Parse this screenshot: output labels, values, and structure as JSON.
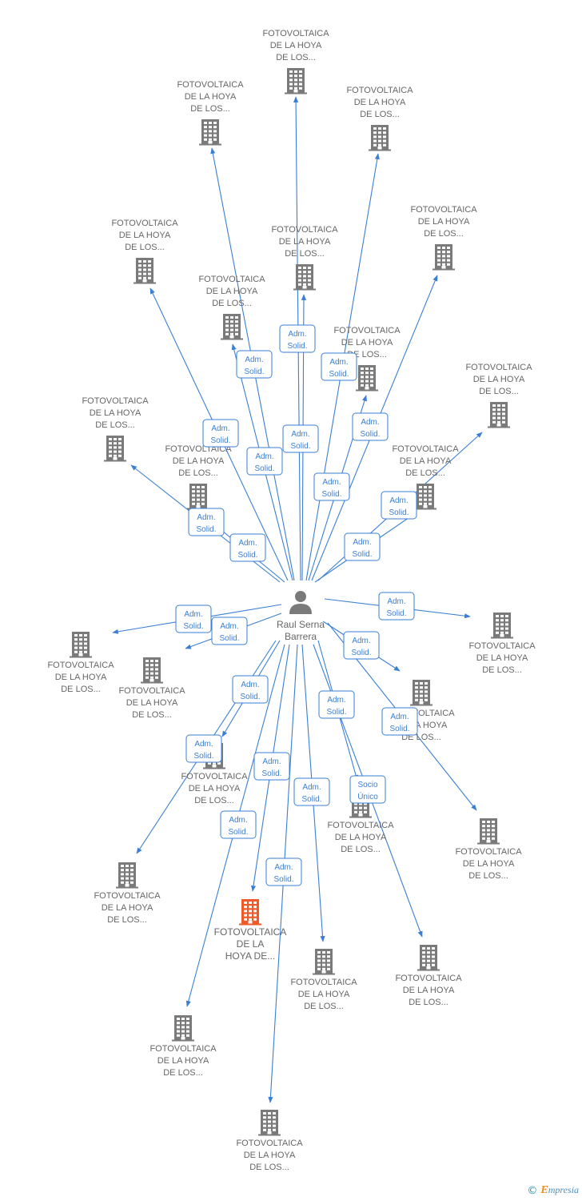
{
  "colors": {
    "edge": "#3a7fd5",
    "building": "#7a7a7a",
    "highlight": "#f05a28",
    "person": "#7a7a7a",
    "text": "#666666"
  },
  "person": {
    "name_lines": [
      "Raul Serna",
      "Barrera"
    ],
    "icon": "person-icon"
  },
  "companies": [
    {
      "id": "c1",
      "lines": [
        "FOTOVOLTAICA",
        "DE LA HOYA",
        "DE LOS..."
      ]
    },
    {
      "id": "c2",
      "lines": [
        "FOTOVOLTAICA",
        "DE LA HOYA",
        "DE LOS..."
      ]
    },
    {
      "id": "c3",
      "lines": [
        "FOTOVOLTAICA",
        "DE LA HOYA",
        "DE LOS..."
      ]
    },
    {
      "id": "c4",
      "lines": [
        "FOTOVOLTAICA",
        "DE LA HOYA",
        "DE LOS..."
      ]
    },
    {
      "id": "c5",
      "lines": [
        "FOTOVOLTAICA",
        "DE LA HOYA",
        "DE LOS..."
      ]
    },
    {
      "id": "c6",
      "lines": [
        "FOTOVOLTAICA",
        "DE LA HOYA",
        "DE LOS..."
      ]
    },
    {
      "id": "c7",
      "lines": [
        "FOTOVOLTAICA",
        "DE LA HOYA",
        "DE LOS..."
      ]
    },
    {
      "id": "c8",
      "lines": [
        "FOTOVOLTAICA",
        "DE LA HOYA",
        "DE LOS..."
      ]
    },
    {
      "id": "c9",
      "lines": [
        "FOTOVOLTAICA",
        "DE LA HOYA",
        "DE LOS..."
      ]
    },
    {
      "id": "c10",
      "lines": [
        "FOTOVOLTAICA",
        "DE LA HOYA",
        "DE LOS..."
      ]
    },
    {
      "id": "c11",
      "lines": [
        "FOTOVOLTAICA",
        "DE LA HOYA",
        "DE LOS..."
      ]
    },
    {
      "id": "c12",
      "lines": [
        "FOTOVOLTAICA",
        "DE LA HOYA",
        "DE LOS..."
      ]
    },
    {
      "id": "c13",
      "lines": [
        "FOTOVOLTAICA",
        "DE LA HOYA",
        "DE LOS..."
      ]
    },
    {
      "id": "c14",
      "lines": [
        "FOTOVOLTAICA",
        "DE LA HOYA",
        "DE LOS..."
      ]
    },
    {
      "id": "c15",
      "lines": [
        "FOTOVOLTAICA",
        "DE LA HOYA",
        "DE LOS..."
      ]
    },
    {
      "id": "c16",
      "lines": [
        "FOTOVOLTAICA",
        "DE LA HOYA",
        "DE LOS..."
      ]
    },
    {
      "id": "c17",
      "lines": [
        "FOTOVOLTAICA",
        "DE LA HOYA",
        "DE LOS..."
      ]
    },
    {
      "id": "c18",
      "lines": [
        "FOTOVOLTAICA",
        "DE LA HOYA",
        "DE LOS..."
      ]
    },
    {
      "id": "c19",
      "lines": [
        "FOTOVOLTAICA",
        "DE LA HOYA",
        "DE LOS..."
      ]
    },
    {
      "id": "c20",
      "lines": [
        "FOTOVOLTAICA",
        "DE LA HOYA",
        "DE LOS..."
      ],
      "highlight": false
    },
    {
      "id": "c21",
      "lines": [
        "FOTOVOLTAICA",
        "DE LA",
        "HOYA DE..."
      ],
      "highlight": true
    },
    {
      "id": "c22",
      "lines": [
        "FOTOVOLTAICA",
        "DE LA HOYA",
        "DE LOS..."
      ]
    },
    {
      "id": "c23",
      "lines": [
        "FOTOVOLTAICA",
        "DE LA HOYA",
        "DE LOS..."
      ]
    },
    {
      "id": "c24",
      "lines": [
        "FOTOVOLTAICA",
        "DE LA HOYA",
        "DE LOS..."
      ]
    },
    {
      "id": "c25",
      "lines": [
        "FOTOVOLTAICA",
        "DE LA HOYA",
        "DE LOS..."
      ]
    }
  ],
  "edges": [
    {
      "to": "c1",
      "label": [
        "Adm.",
        "Solid."
      ]
    },
    {
      "to": "c2",
      "label": [
        "Adm.",
        "Solid."
      ]
    },
    {
      "to": "c3",
      "label": [
        "Adm.",
        "Solid."
      ]
    },
    {
      "to": "c4",
      "label": [
        "Adm.",
        "Solid."
      ]
    },
    {
      "to": "c5",
      "label": [
        "Adm.",
        "Solid."
      ]
    },
    {
      "to": "c6",
      "label": [
        "Adm.",
        "Solid."
      ]
    },
    {
      "to": "c7",
      "label": [
        "Adm.",
        "Solid."
      ]
    },
    {
      "to": "c8",
      "label": [
        "Adm.",
        "Solid."
      ]
    },
    {
      "to": "c9",
      "label": [
        "Adm.",
        "Solid."
      ]
    },
    {
      "to": "c10",
      "label": [
        "Adm.",
        "Solid."
      ]
    },
    {
      "to": "c11",
      "label": [
        "Adm.",
        "Solid."
      ]
    },
    {
      "to": "c12",
      "label": [
        "Adm.",
        "Solid."
      ]
    },
    {
      "to": "c13",
      "label": [
        "Adm.",
        "Solid."
      ]
    },
    {
      "to": "c14",
      "label": [
        "Adm.",
        "Solid."
      ]
    },
    {
      "to": "c15",
      "label": [
        "Adm.",
        "Solid."
      ]
    },
    {
      "to": "c16",
      "label": [
        "Adm.",
        "Solid."
      ]
    },
    {
      "to": "c17",
      "label": [
        "Adm.",
        "Solid."
      ]
    },
    {
      "to": "c18",
      "label": [
        "Adm.",
        "Solid."
      ]
    },
    {
      "to": "c19",
      "label": [
        "Adm.",
        "Solid."
      ]
    },
    {
      "to": "c20",
      "label": [
        "Socio",
        "Único"
      ]
    },
    {
      "to": "c21",
      "label": [
        "Adm.",
        "Solid."
      ]
    },
    {
      "to": "c22",
      "label": [
        "Adm.",
        "Solid."
      ]
    },
    {
      "to": "c23",
      "label": [
        "Adm.",
        "Solid."
      ]
    },
    {
      "to": "c24",
      "label": [
        "Adm.",
        "Solid."
      ]
    },
    {
      "to": "c25",
      "label": [
        "Adm.",
        "Solid."
      ]
    }
  ],
  "footer": {
    "copyright": "©",
    "brand_first": "E",
    "brand_rest": "mpresia"
  }
}
